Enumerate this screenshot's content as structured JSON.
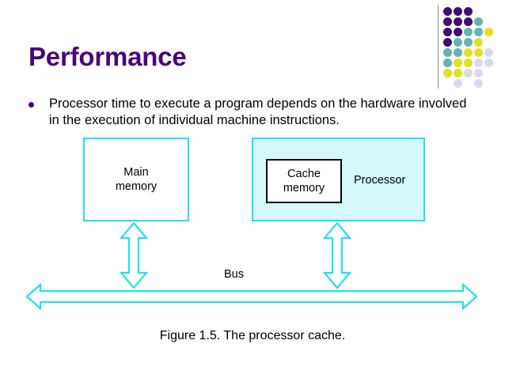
{
  "slide": {
    "title": "Performance",
    "title_color": "#46067a",
    "background": "#ffffff"
  },
  "bullets": [
    {
      "marker": "bullet-dot",
      "text": "Processor time to execute a program depends on the hardware involved in the execution of individual machine instructions."
    }
  ],
  "diagram": {
    "caption": "Figure 1.5.  The processor cache.",
    "bus_label": "Bus",
    "accent_color": "#22e0f0",
    "processor_fill": "#d5f8fb",
    "boxes": [
      {
        "name": "main-memory",
        "label": "Main\nmemory",
        "line1": "Main",
        "line2": "memory"
      },
      {
        "name": "cache-memory",
        "label": "Cache\nmemory",
        "line1": "Cache",
        "line2": "memory"
      },
      {
        "name": "processor",
        "label": "Processor"
      }
    ],
    "arrows": [
      {
        "name": "main-memory-bus-arrow",
        "orientation": "vertical",
        "heads": "double"
      },
      {
        "name": "processor-bus-arrow",
        "orientation": "vertical",
        "heads": "double"
      },
      {
        "name": "system-bus-arrow",
        "orientation": "horizontal",
        "heads": "double"
      }
    ]
  },
  "decoration": {
    "name": "dot-grid",
    "colors": {
      "purple": "#3d0d72",
      "teal": "#62b5b0",
      "yellow": "#e3e020",
      "lavender": "#d8d8f0"
    },
    "rule_color": "#8e8e96",
    "grid": [
      [
        "purple",
        "purple",
        "purple",
        "",
        "",
        ""
      ],
      [
        "purple",
        "purple",
        "purple",
        "teal",
        "",
        ""
      ],
      [
        "purple",
        "purple",
        "teal",
        "teal",
        "yellow",
        ""
      ],
      [
        "purple",
        "teal",
        "teal",
        "yellow",
        "",
        ""
      ],
      [
        "teal",
        "teal",
        "yellow",
        "yellow",
        "lavender",
        ""
      ],
      [
        "teal",
        "yellow",
        "yellow",
        "lavender",
        "lavender",
        ""
      ],
      [
        "yellow",
        "yellow",
        "lavender",
        "lavender",
        "",
        ""
      ],
      [
        "",
        "lavender",
        "",
        "lavender",
        "",
        ""
      ]
    ]
  }
}
